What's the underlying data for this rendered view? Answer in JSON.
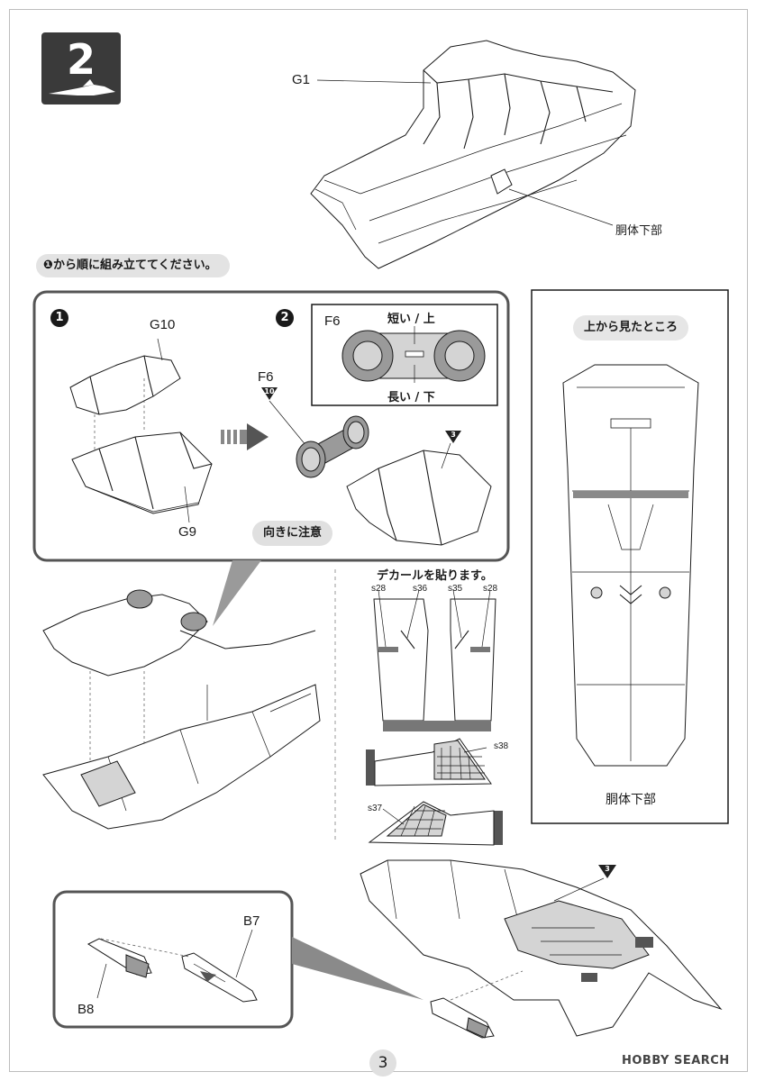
{
  "step": {
    "number": "2"
  },
  "labels": {
    "g1": "G1",
    "lower_fuselage_top": "胴体下部",
    "instruction": "❶から順に組み立ててください。",
    "g10": "G10",
    "g9": "G9",
    "f6_left": "F6",
    "f6_box": "F6",
    "short_up": "短い / 上",
    "long_down": "長い / 下",
    "orientation_note": "向きに注意",
    "decal_title": "デカールを貼ります。",
    "s28_left": "s28",
    "s36": "s36",
    "s35": "s35",
    "s28_right": "s28",
    "s38": "s38",
    "s37": "s37",
    "top_view_title": "上から見たところ",
    "lower_fuselage_box": "胴体下部",
    "b7": "B7",
    "b8": "B8"
  },
  "sub_steps": {
    "one": "1",
    "two": "2"
  },
  "ref_markers": {
    "ten": "10",
    "three_a": "3",
    "three_b": "3"
  },
  "page_number": "3",
  "watermark": "HOBBY SEARCH"
}
